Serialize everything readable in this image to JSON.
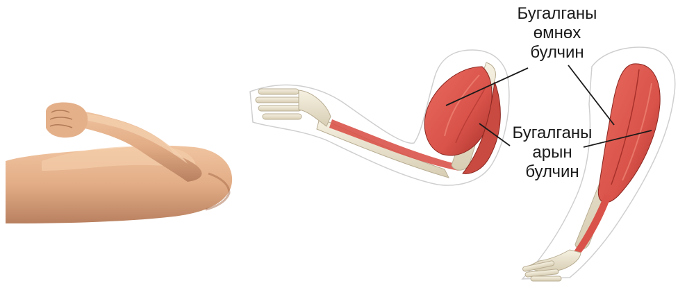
{
  "labels": {
    "front_muscle": {
      "line1": "Бугалганы",
      "line2": "өмнөх",
      "line3": "булчин"
    },
    "back_muscle": {
      "line1": "Бугалганы",
      "line2": "арын",
      "line3": "булчин"
    }
  },
  "colors": {
    "skin": "#e2ad86",
    "skin_shadow": "#b77d57",
    "muscle": "#d9534a",
    "muscle_dark": "#a8312b",
    "bone": "#ece6d3",
    "bone_edge": "#b9ae94",
    "outline": "#c8c8c8",
    "leader_line": "#1a1a1a"
  }
}
